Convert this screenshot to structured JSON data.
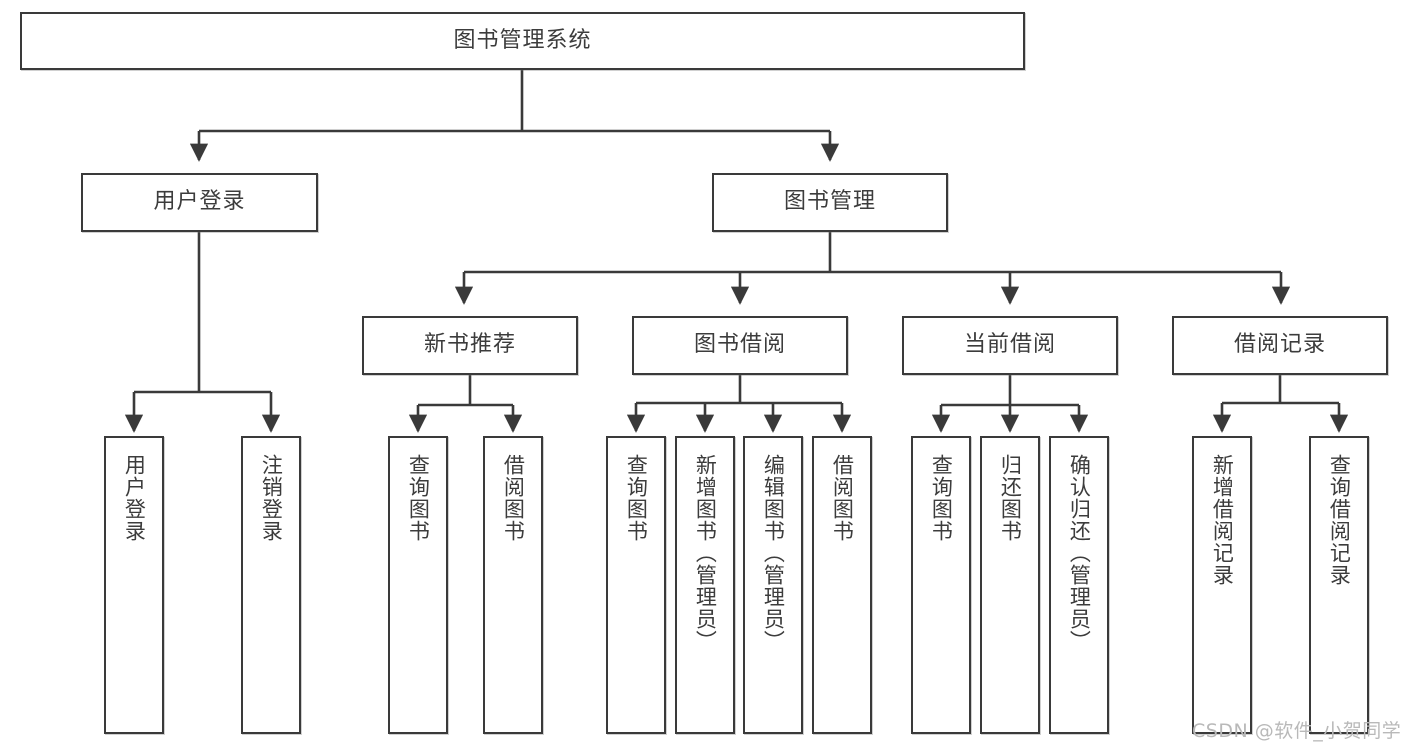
{
  "diagram": {
    "title": "图书管理系统",
    "watermark": "CSDN @软件_小贺同学",
    "colors": {
      "stroke": "#3a3a3a",
      "text": "#3c3c3c",
      "background": "#ffffff",
      "watermark": "#b9b9b9"
    },
    "nodes": {
      "root": "图书管理系统",
      "level1": [
        "用户登录",
        "图书管理"
      ],
      "level2": [
        "新书推荐",
        "图书借阅",
        "当前借阅",
        "借阅记录"
      ],
      "leaves": {
        "user_login": [
          "用户登录",
          "注销登录"
        ],
        "new_book_recommend": [
          "查询图书",
          "借阅图书"
        ],
        "book_borrow": [
          "查询图书",
          "新增图书（管理员）",
          "编辑图书（管理员）",
          "借阅图书"
        ],
        "current_borrow": [
          "查询图书",
          "归还图书",
          "确认归还（管理员）"
        ],
        "borrow_record": [
          "新增借阅记录",
          "查询借阅记录"
        ]
      }
    }
  }
}
